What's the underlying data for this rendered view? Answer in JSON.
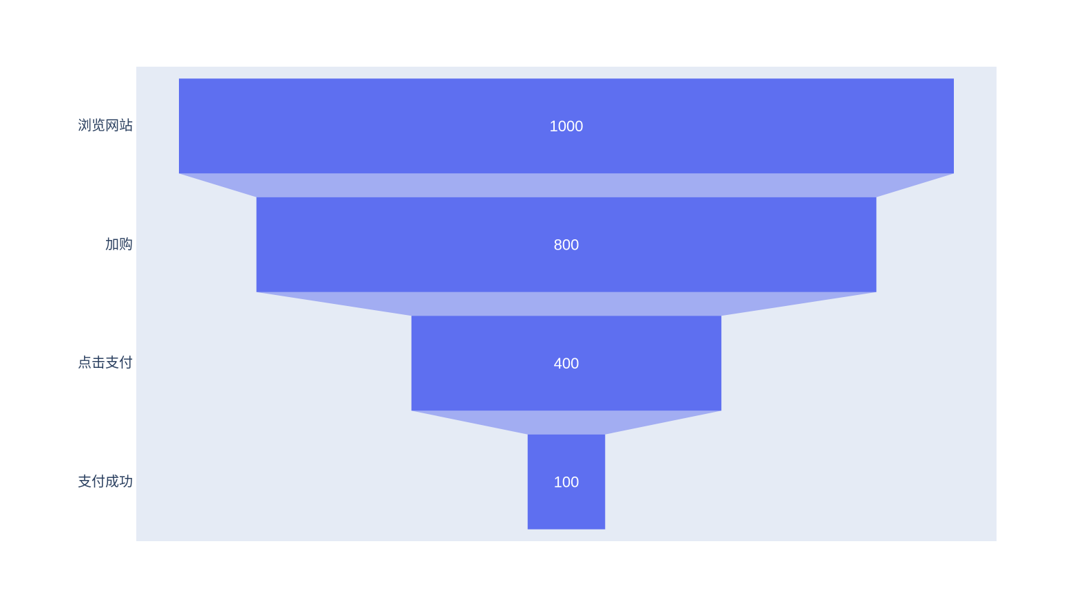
{
  "chart_data": {
    "type": "funnel",
    "title": "",
    "categories": [
      "浏览网站",
      "加购",
      "点击支付",
      "支付成功"
    ],
    "values": [
      1000,
      800,
      400,
      100
    ],
    "value_labels": [
      "1000",
      "800",
      "400",
      "100"
    ],
    "colors": {
      "bar": "#5e6ff0",
      "connector": "#a2adf2",
      "plot_background": "#e5ebf5",
      "category_label": "#2a3f5f",
      "value_label": "#ffffff",
      "page_background": "#ffffff"
    },
    "layout_hints": {
      "funnel_alignment": "center",
      "category_label_position": "left-of-plot",
      "value_label_position": "inside-center",
      "connectors_visible": true,
      "axes_visible": false,
      "gridlines": false,
      "legend": "none"
    }
  }
}
